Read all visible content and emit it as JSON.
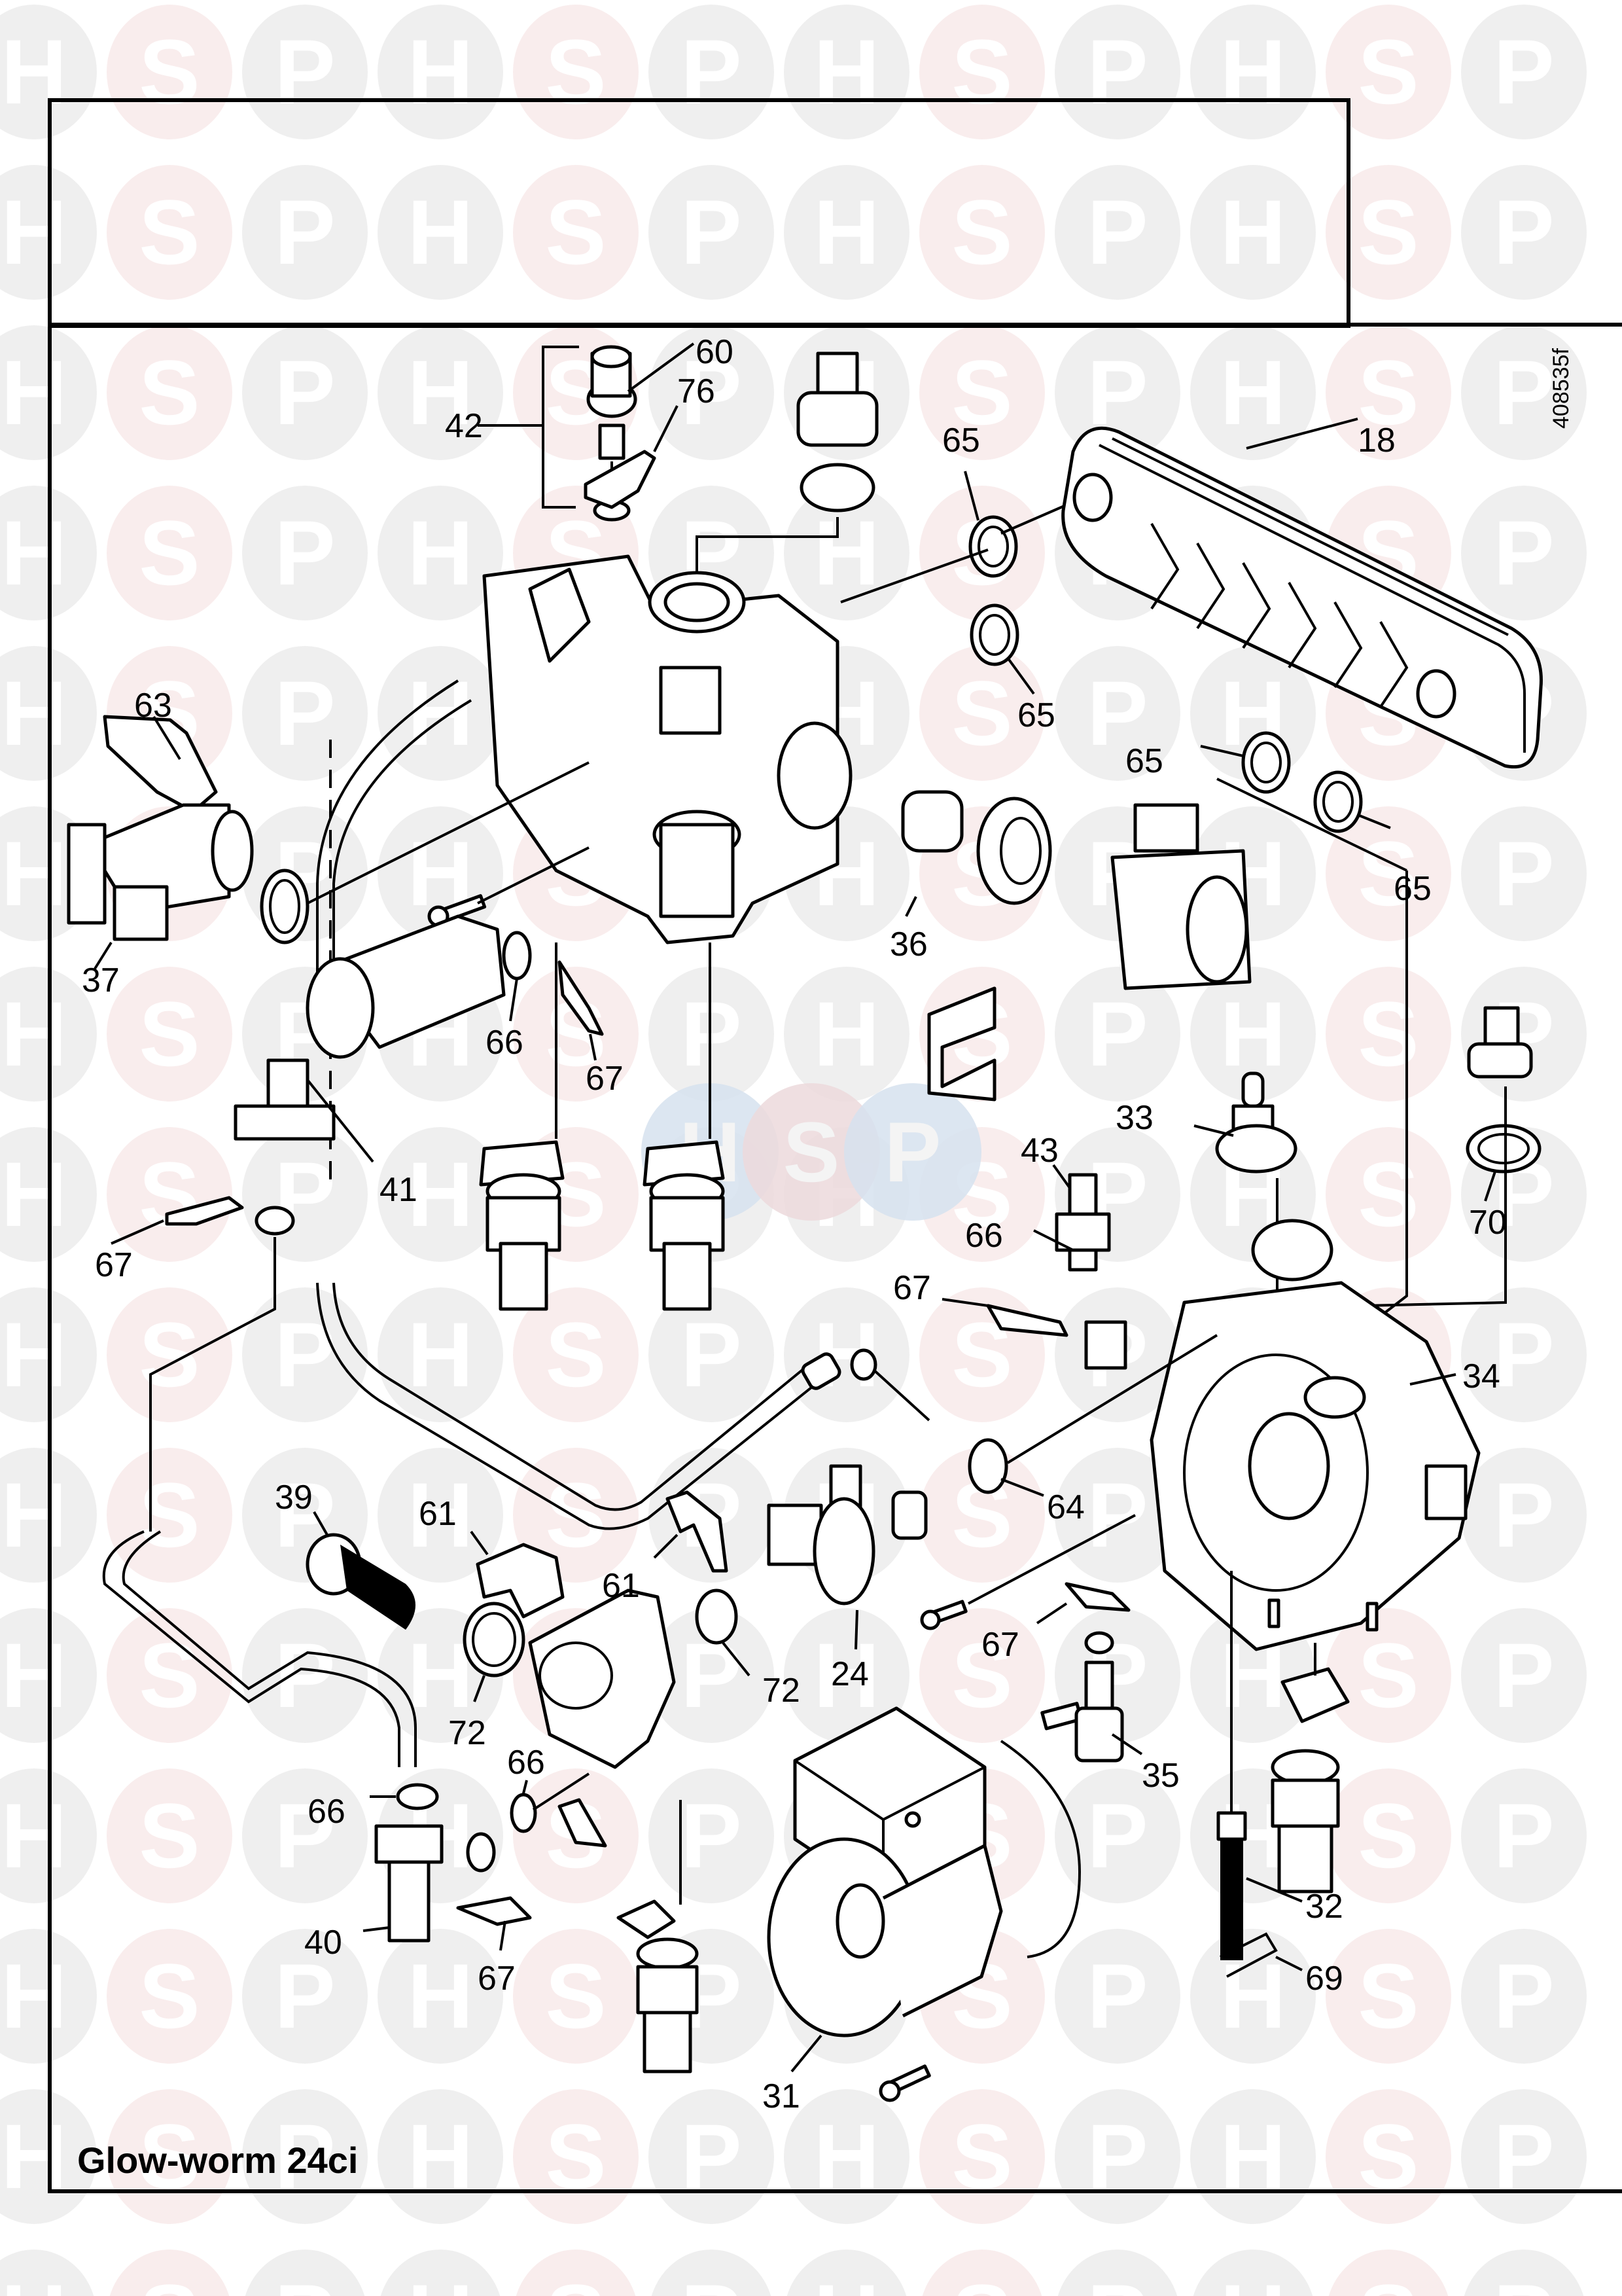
{
  "diagram": {
    "title": "Glow-worm 24ci",
    "reference_code": "408535f",
    "watermark": {
      "letters": [
        "H",
        "S",
        "P"
      ],
      "colors": {
        "H": "#efefef",
        "S": "#f9eded",
        "P": "#efefef"
      },
      "center_badge_colors": {
        "H": "#d6e2ee",
        "S": "#ecd9dc",
        "P": "#d6e2ee"
      }
    },
    "callouts": [
      {
        "id": "c42",
        "label": "42"
      },
      {
        "id": "c60",
        "label": "60"
      },
      {
        "id": "c76",
        "label": "76"
      },
      {
        "id": "c18",
        "label": "18"
      },
      {
        "id": "c65a",
        "label": "65"
      },
      {
        "id": "c65b",
        "label": "65"
      },
      {
        "id": "c65c",
        "label": "65"
      },
      {
        "id": "c65d",
        "label": "65"
      },
      {
        "id": "c63",
        "label": "63"
      },
      {
        "id": "c36",
        "label": "36"
      },
      {
        "id": "c37",
        "label": "37"
      },
      {
        "id": "c66a",
        "label": "66"
      },
      {
        "id": "c67a",
        "label": "67"
      },
      {
        "id": "c41",
        "label": "41"
      },
      {
        "id": "c67b",
        "label": "67"
      },
      {
        "id": "c33",
        "label": "33"
      },
      {
        "id": "c70",
        "label": "70"
      },
      {
        "id": "c43",
        "label": "43"
      },
      {
        "id": "c66b",
        "label": "66"
      },
      {
        "id": "c67c",
        "label": "67"
      },
      {
        "id": "c34",
        "label": "34"
      },
      {
        "id": "c64",
        "label": "64"
      },
      {
        "id": "c39",
        "label": "39"
      },
      {
        "id": "c61a",
        "label": "61"
      },
      {
        "id": "c61b",
        "label": "61"
      },
      {
        "id": "c72a",
        "label": "72"
      },
      {
        "id": "c72b",
        "label": "72"
      },
      {
        "id": "c24",
        "label": "24"
      },
      {
        "id": "c67d",
        "label": "67"
      },
      {
        "id": "c35",
        "label": "35"
      },
      {
        "id": "c66c",
        "label": "66"
      },
      {
        "id": "c66d",
        "label": "66"
      },
      {
        "id": "c40",
        "label": "40"
      },
      {
        "id": "c67e",
        "label": "67"
      },
      {
        "id": "c32",
        "label": "32"
      },
      {
        "id": "c69",
        "label": "69"
      },
      {
        "id": "c31",
        "label": "31"
      }
    ]
  }
}
